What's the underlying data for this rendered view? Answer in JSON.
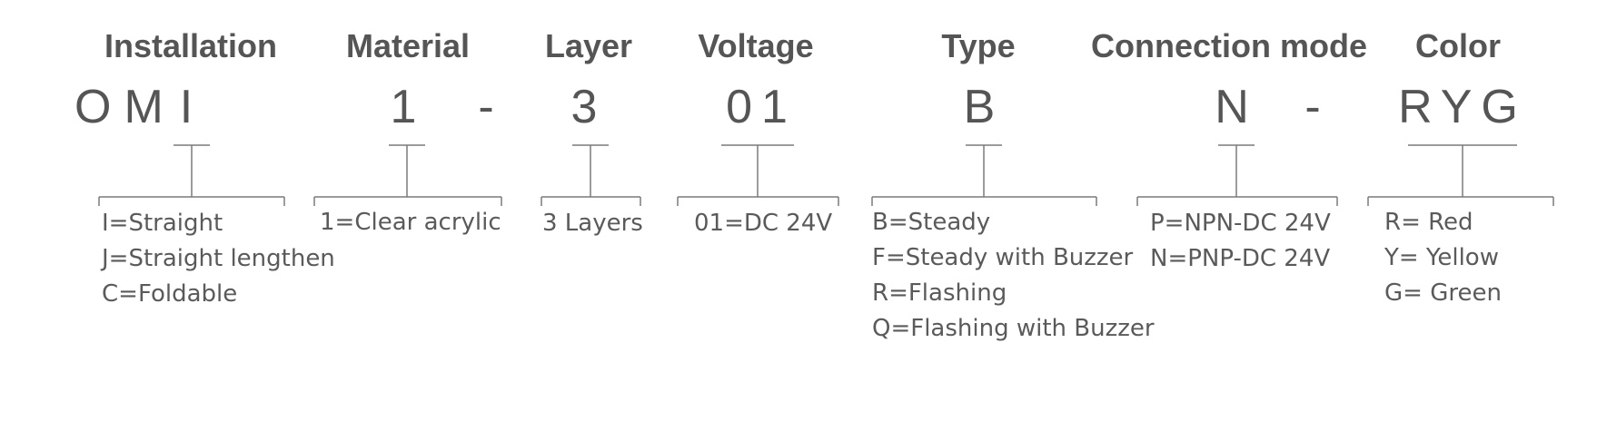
{
  "code_prefix": "OM",
  "segments": [
    {
      "id": "installation",
      "header": "Installation",
      "code": "I",
      "options": [
        "I=Straight",
        "J=Straight lengthen",
        "C=Foldable"
      ]
    },
    {
      "id": "material",
      "header": "Material",
      "code": "1",
      "options": [
        "1=Clear acrylic"
      ]
    },
    {
      "id": "layer",
      "header": "Layer",
      "code": "3",
      "options": [
        "3 Layers"
      ]
    },
    {
      "id": "voltage",
      "header": "Voltage",
      "code": "01",
      "options": [
        "01=DC 24V"
      ]
    },
    {
      "id": "type",
      "header": "Type",
      "code": "B",
      "options": [
        "B=Steady",
        "F=Steady with Buzzer",
        "R=Flashing",
        "Q=Flashing with Buzzer"
      ]
    },
    {
      "id": "connection",
      "header": "Connection mode",
      "code": "N",
      "options": [
        "P=NPN-DC 24V",
        "N=PNP-DC 24V"
      ]
    },
    {
      "id": "color",
      "header": "Color",
      "code": "RYG",
      "options": [
        "R= Red",
        "Y= Yellow",
        "G= Green"
      ]
    }
  ],
  "dashes": [
    "-",
    "-"
  ]
}
